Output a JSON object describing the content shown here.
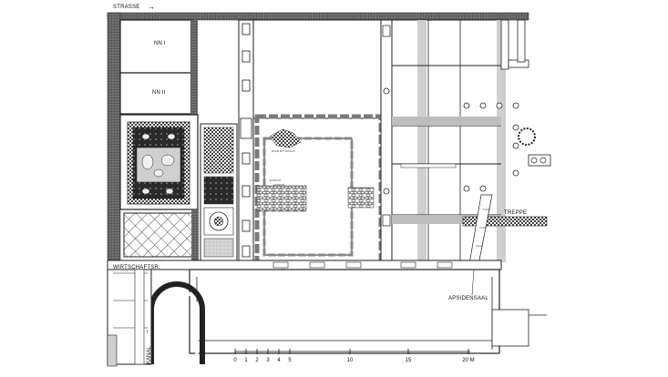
{
  "plan": {
    "labels": {
      "street": "STRASSE",
      "street_arrow": "→",
      "nn1": "NN I",
      "nn2": "NN II",
      "wirtschaft": "WIRTSCHAFTSR.",
      "kanal": "KANAL",
      "kanal_arrow": "→",
      "treppe": "TREPPE",
      "apsidensaal": "APSIDENSAAL"
    },
    "small_notes": [
      "RAUM MIT MOSAIK",
      "ESTRICH",
      "ESTRICH"
    ],
    "scale": {
      "ticks": [
        "0",
        "1",
        "2",
        "3",
        "4",
        "5",
        "10",
        "15",
        "20 M"
      ]
    }
  },
  "colors": {
    "wall": "#3a3a3a",
    "line": "#111111",
    "fill_light": "#d8d8d8"
  }
}
